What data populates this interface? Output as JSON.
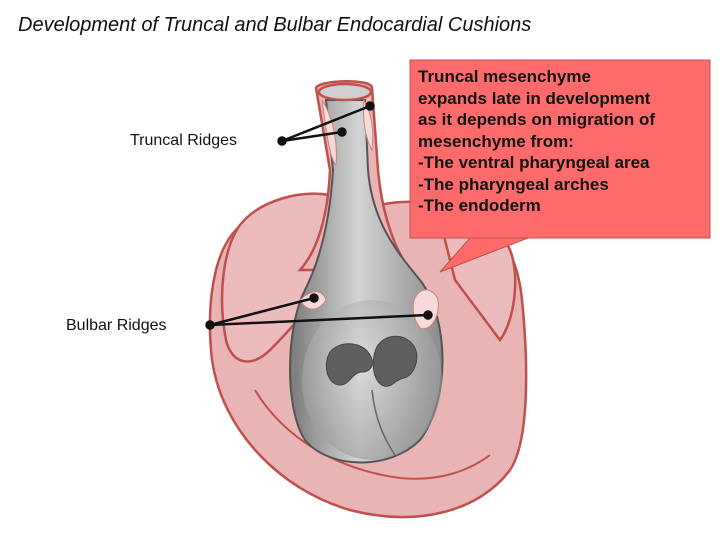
{
  "title": "Development of Truncal and Bulbar Endocardial Cushions",
  "labels": {
    "truncal_ridges": "Truncal Ridges",
    "bulbar_ridges": "Bulbar Ridges"
  },
  "callout": {
    "lines": [
      "Truncal mesenchyme",
      "expands late in development",
      "as it depends on migration of",
      "mesenchyme from:",
      "-The ventral pharyngeal area",
      "-The pharyngeal arches",
      "-The endoderm"
    ]
  },
  "colors": {
    "heart_fill": "#e8b4b4",
    "heart_stroke": "#c0504d",
    "lumen_fill": "#a8a8a8",
    "callout_fill": "#ff6b6b",
    "ridge_fill": "#f6dada"
  }
}
